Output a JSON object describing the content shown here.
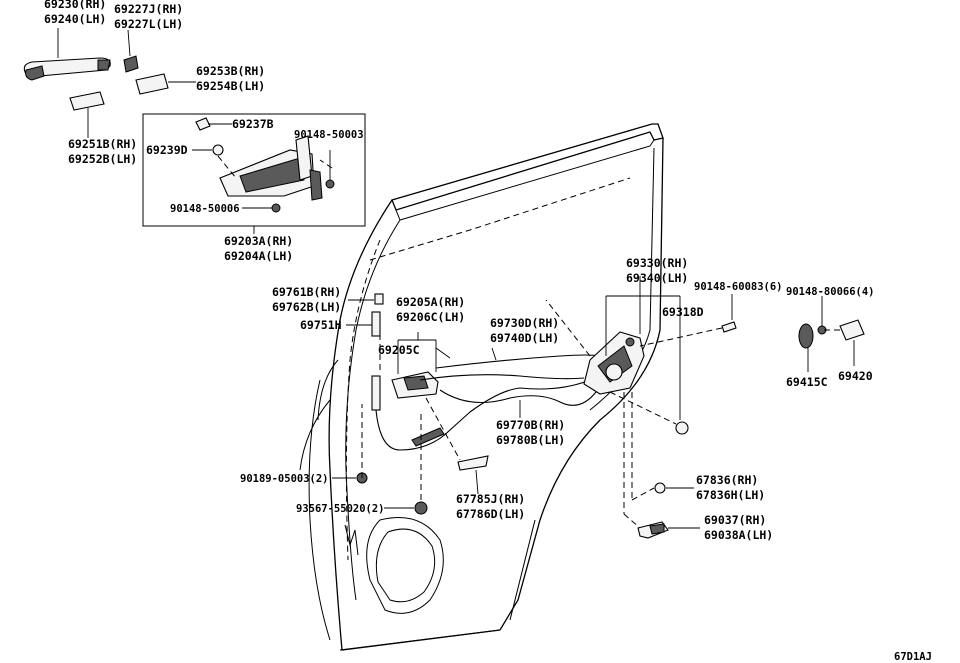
{
  "labels": {
    "p69230": "69230(RH)",
    "p69240": "69240(LH)",
    "p69227j": "69227J(RH)",
    "p69227l": "69227L(LH)",
    "p69253b": "69253B(RH)",
    "p69254b": "69254B(LH)",
    "p69251b": "69251B(RH)",
    "p69252b": "69252B(LH)",
    "p69237b": "69237B",
    "p69239d": "69239D",
    "p90148_50003": "90148-50003",
    "p90148_50006": "90148-50006",
    "p69203a": "69203A(RH)",
    "p69204a": "69204A(LH)",
    "p69761b": "69761B(RH)",
    "p69762b": "69762B(LH)",
    "p69751h": "69751H",
    "p69205a": "69205A(RH)",
    "p69206c": "69206C(LH)",
    "p69205c": "69205C",
    "p69730d": "69730D(RH)",
    "p69740d": "69740D(LH)",
    "p69330": "69330(RH)",
    "p69340": "69340(LH)",
    "p90148_60083": "90148-60083(6)",
    "p90148_80066": "90148-80066(4)",
    "p69318d": "69318D",
    "p69415c": "69415C",
    "p69420": "69420",
    "p69770b": "69770B(RH)",
    "p69780b": "69780B(LH)",
    "p90189_05003": "90189-05003(2)",
    "p93567_55020": "93567-55020(2)",
    "p67785j": "67785J(RH)",
    "p67786d": "67786D(LH)",
    "p67836": "67836(RH)",
    "p67836h": "67836H(LH)",
    "p69037": "69037(RH)",
    "p69038a": "69038A(LH)"
  },
  "figure_code": "67D1AJ"
}
